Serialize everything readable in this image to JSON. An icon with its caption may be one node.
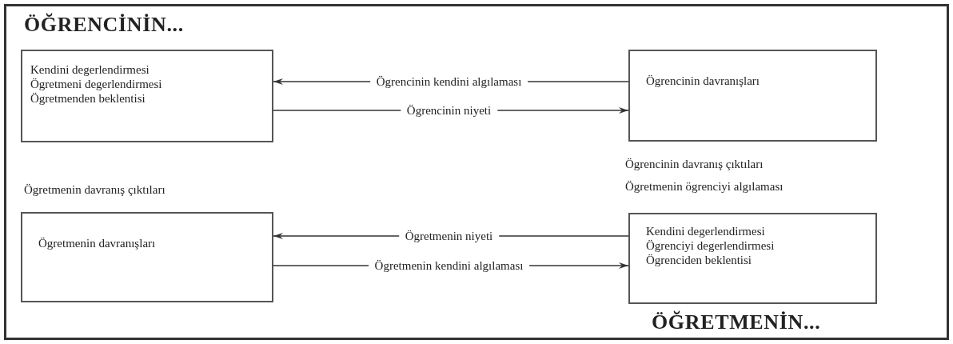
{
  "diagram": {
    "nodes": [
      {
        "text": [
          "Kendini degerlendirmesi",
          "Ögretmeni degerlendirmesi",
          "Ögretmenden beklentisi"
        ]
      },
      {
        "text": [
          "Ögrencinin davranışları"
        ]
      },
      {
        "text": [
          "Ögretmenin davranışları"
        ]
      },
      {
        "text": [
          "Kendini degerlendirmesi",
          "Ögrenciyi degerlendirmesi",
          "Ögrenciden beklentisi"
        ]
      }
    ],
    "edges": [
      {
        "from": 1,
        "to": 0,
        "arrow": "to",
        "label": "Ögrencinin kendini algılaması"
      },
      {
        "from": 0,
        "to": 1,
        "arrow": "to",
        "label": "Ögrencinin niyeti"
      },
      {
        "from": 3,
        "to": 2,
        "arrow": "to",
        "label": "Ögretmenin niyeti"
      },
      {
        "from": 2,
        "to": 3,
        "arrow": "to",
        "label": "Ögretmenin kendini algılaması"
      }
    ],
    "labels": [
      "ÖĞRENCİNİN...",
      "Ögrencinin davranış çıktıları",
      "Ögretmenin ögrenciyi algılaması",
      "Ögretmenin davranış çıktıları",
      "ÖĞRETMENİN..."
    ]
  }
}
